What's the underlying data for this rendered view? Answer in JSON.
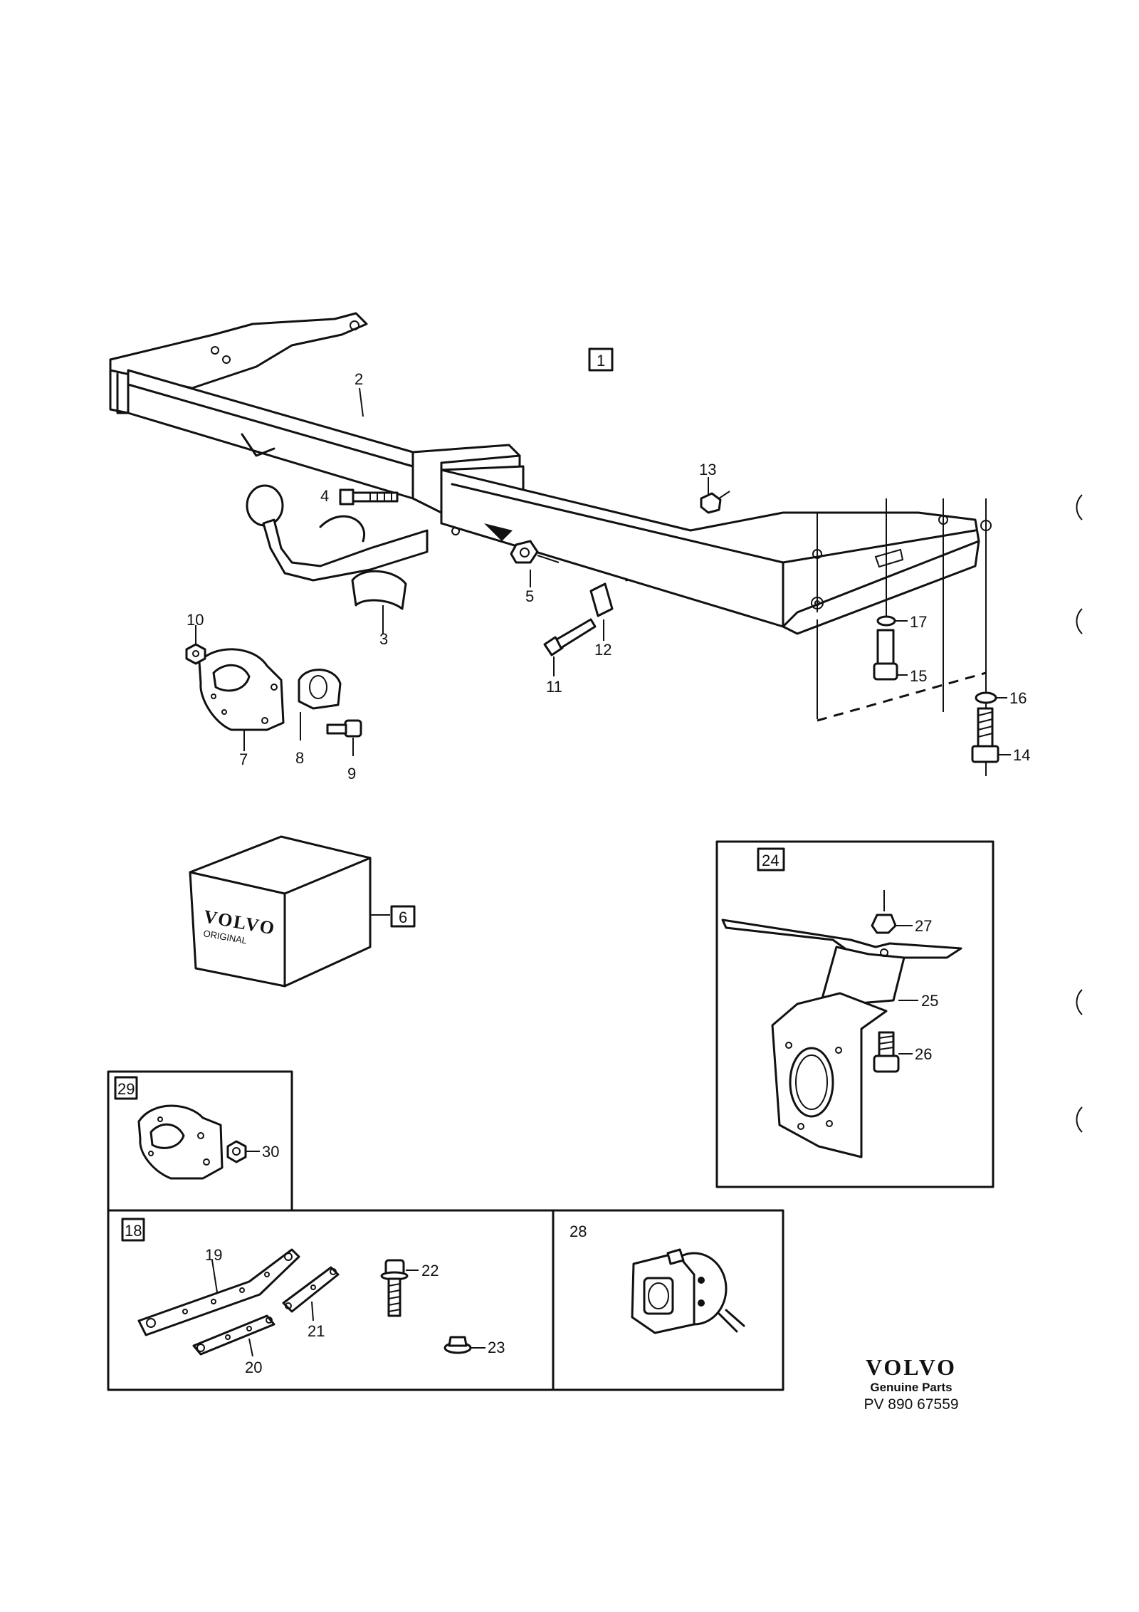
{
  "callouts": {
    "c2": "2",
    "c3": "3",
    "c4": "4",
    "c5": "5",
    "c7": "7",
    "c8": "8",
    "c9": "9",
    "c10": "10",
    "c11": "11",
    "c12": "12",
    "c13": "13",
    "c14": "14",
    "c15": "15",
    "c16": "16",
    "c17": "17",
    "c19": "19",
    "c20": "20",
    "c21": "21",
    "c22": "22",
    "c23": "23",
    "c25": "25",
    "c26": "26",
    "c27": "27",
    "c30": "30"
  },
  "boxed_labels": {
    "b1": "1",
    "b6": "6",
    "b24": "24",
    "b29": "29",
    "b18": "18",
    "b28": "28"
  },
  "package_print": {
    "brand": "VOLVO",
    "line2": "ORIGINAL"
  },
  "footer": {
    "brand": "VOLVO",
    "subtitle": "Genuine Parts",
    "code": "PV 890 67559"
  }
}
